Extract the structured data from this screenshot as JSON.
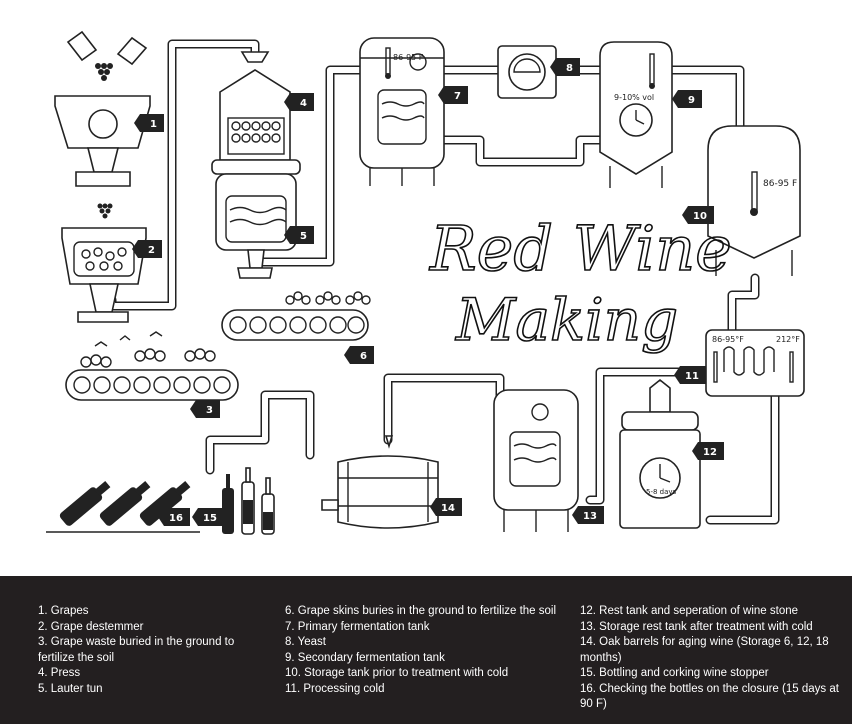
{
  "title": {
    "line1": "Red Wine",
    "line2": "Making"
  },
  "stage_numbers": [
    "1",
    "2",
    "3",
    "4",
    "5",
    "6",
    "7",
    "8",
    "9",
    "10",
    "11",
    "12",
    "13",
    "14",
    "15",
    "16"
  ],
  "labels": {
    "tank7_temp": "86-95 F",
    "tank9_percent": "9-10% vol",
    "tank10_temp": "86-95 F",
    "cooler_temp_left": "86-95°F",
    "cooler_temp_right": "212°F",
    "still_days": "5-8 days"
  },
  "legend": {
    "col1": [
      "1. Grapes",
      "2. Grape destemmer",
      "3. Grape waste buried in the ground to fertilize the soil",
      "4. Press",
      "5. Lauter tun"
    ],
    "col2": [
      "6. Grape skins buries in the ground to fertilize the soil",
      "7. Primary fermentation tank",
      "8. Yeast",
      "9. Secondary fermentation tank",
      "10. Storage tank prior to treatment with cold",
      "11. Processing cold"
    ],
    "col3": [
      "12. Rest tank and seperation of wine stone",
      "13. Storage rest tank after treatment with cold",
      "14. Oak barrels for aging wine (Storage 6, 12, 18 months)",
      "15. Bottling and corking wine stopper",
      "16. Checking the bottles on the closure (15 days at 90 F)"
    ]
  },
  "colors": {
    "ink": "#222222",
    "legend_bg": "#231f20",
    "legend_text": "#ffffff",
    "background": "#ffffff"
  }
}
